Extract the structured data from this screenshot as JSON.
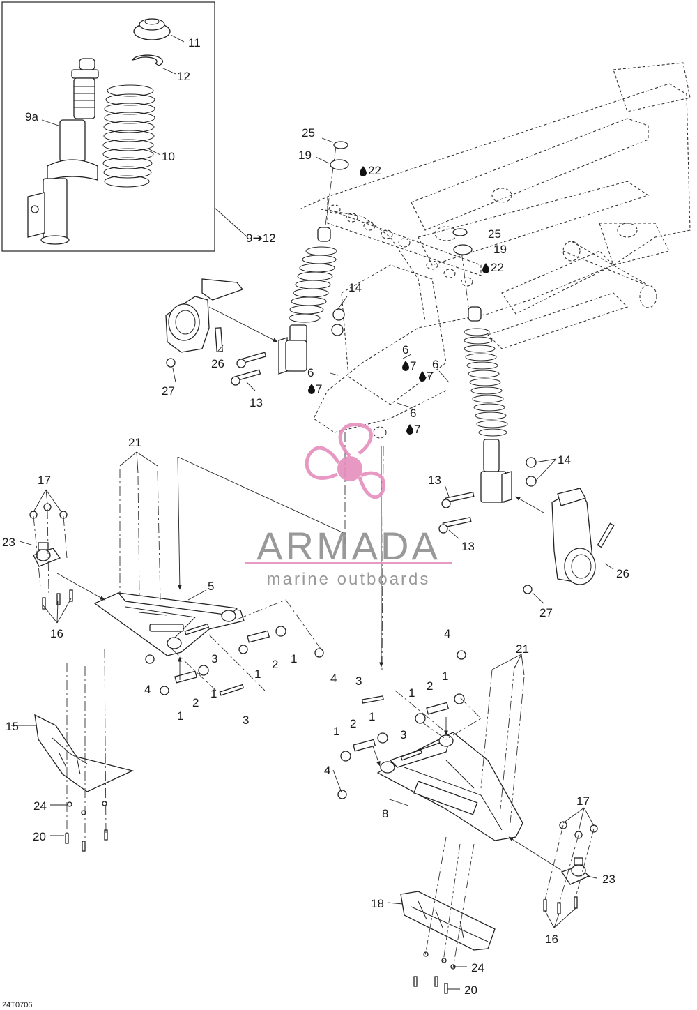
{
  "figure_code": "24T0706",
  "watermark": {
    "brand": "ARMADA",
    "tagline": "marine outboards",
    "color": "#e58fbd"
  },
  "inset_callouts": [
    {
      "id": "9a",
      "text": "9a"
    },
    {
      "id": "10",
      "text": "10"
    },
    {
      "id": "11",
      "text": "11"
    },
    {
      "id": "12",
      "text": "12"
    }
  ],
  "range_callout": "9➔12",
  "callouts": [
    "25",
    "19",
    "22",
    "25",
    "19",
    "22",
    "14",
    "26",
    "27",
    "13",
    "6",
    "7",
    "6",
    "7",
    "6",
    "7",
    "6",
    "7",
    "21",
    "17",
    "23",
    "16",
    "5",
    "3",
    "2",
    "1",
    "1",
    "2",
    "1",
    "4",
    "4",
    "1",
    "2",
    "3",
    "3",
    "15",
    "24",
    "20",
    "14",
    "13",
    "13",
    "26",
    "27",
    "4",
    "21",
    "3",
    "1",
    "2",
    "1",
    "1",
    "2",
    "1",
    "3",
    "4",
    "8",
    "17",
    "23",
    "16",
    "18",
    "24",
    "20"
  ]
}
